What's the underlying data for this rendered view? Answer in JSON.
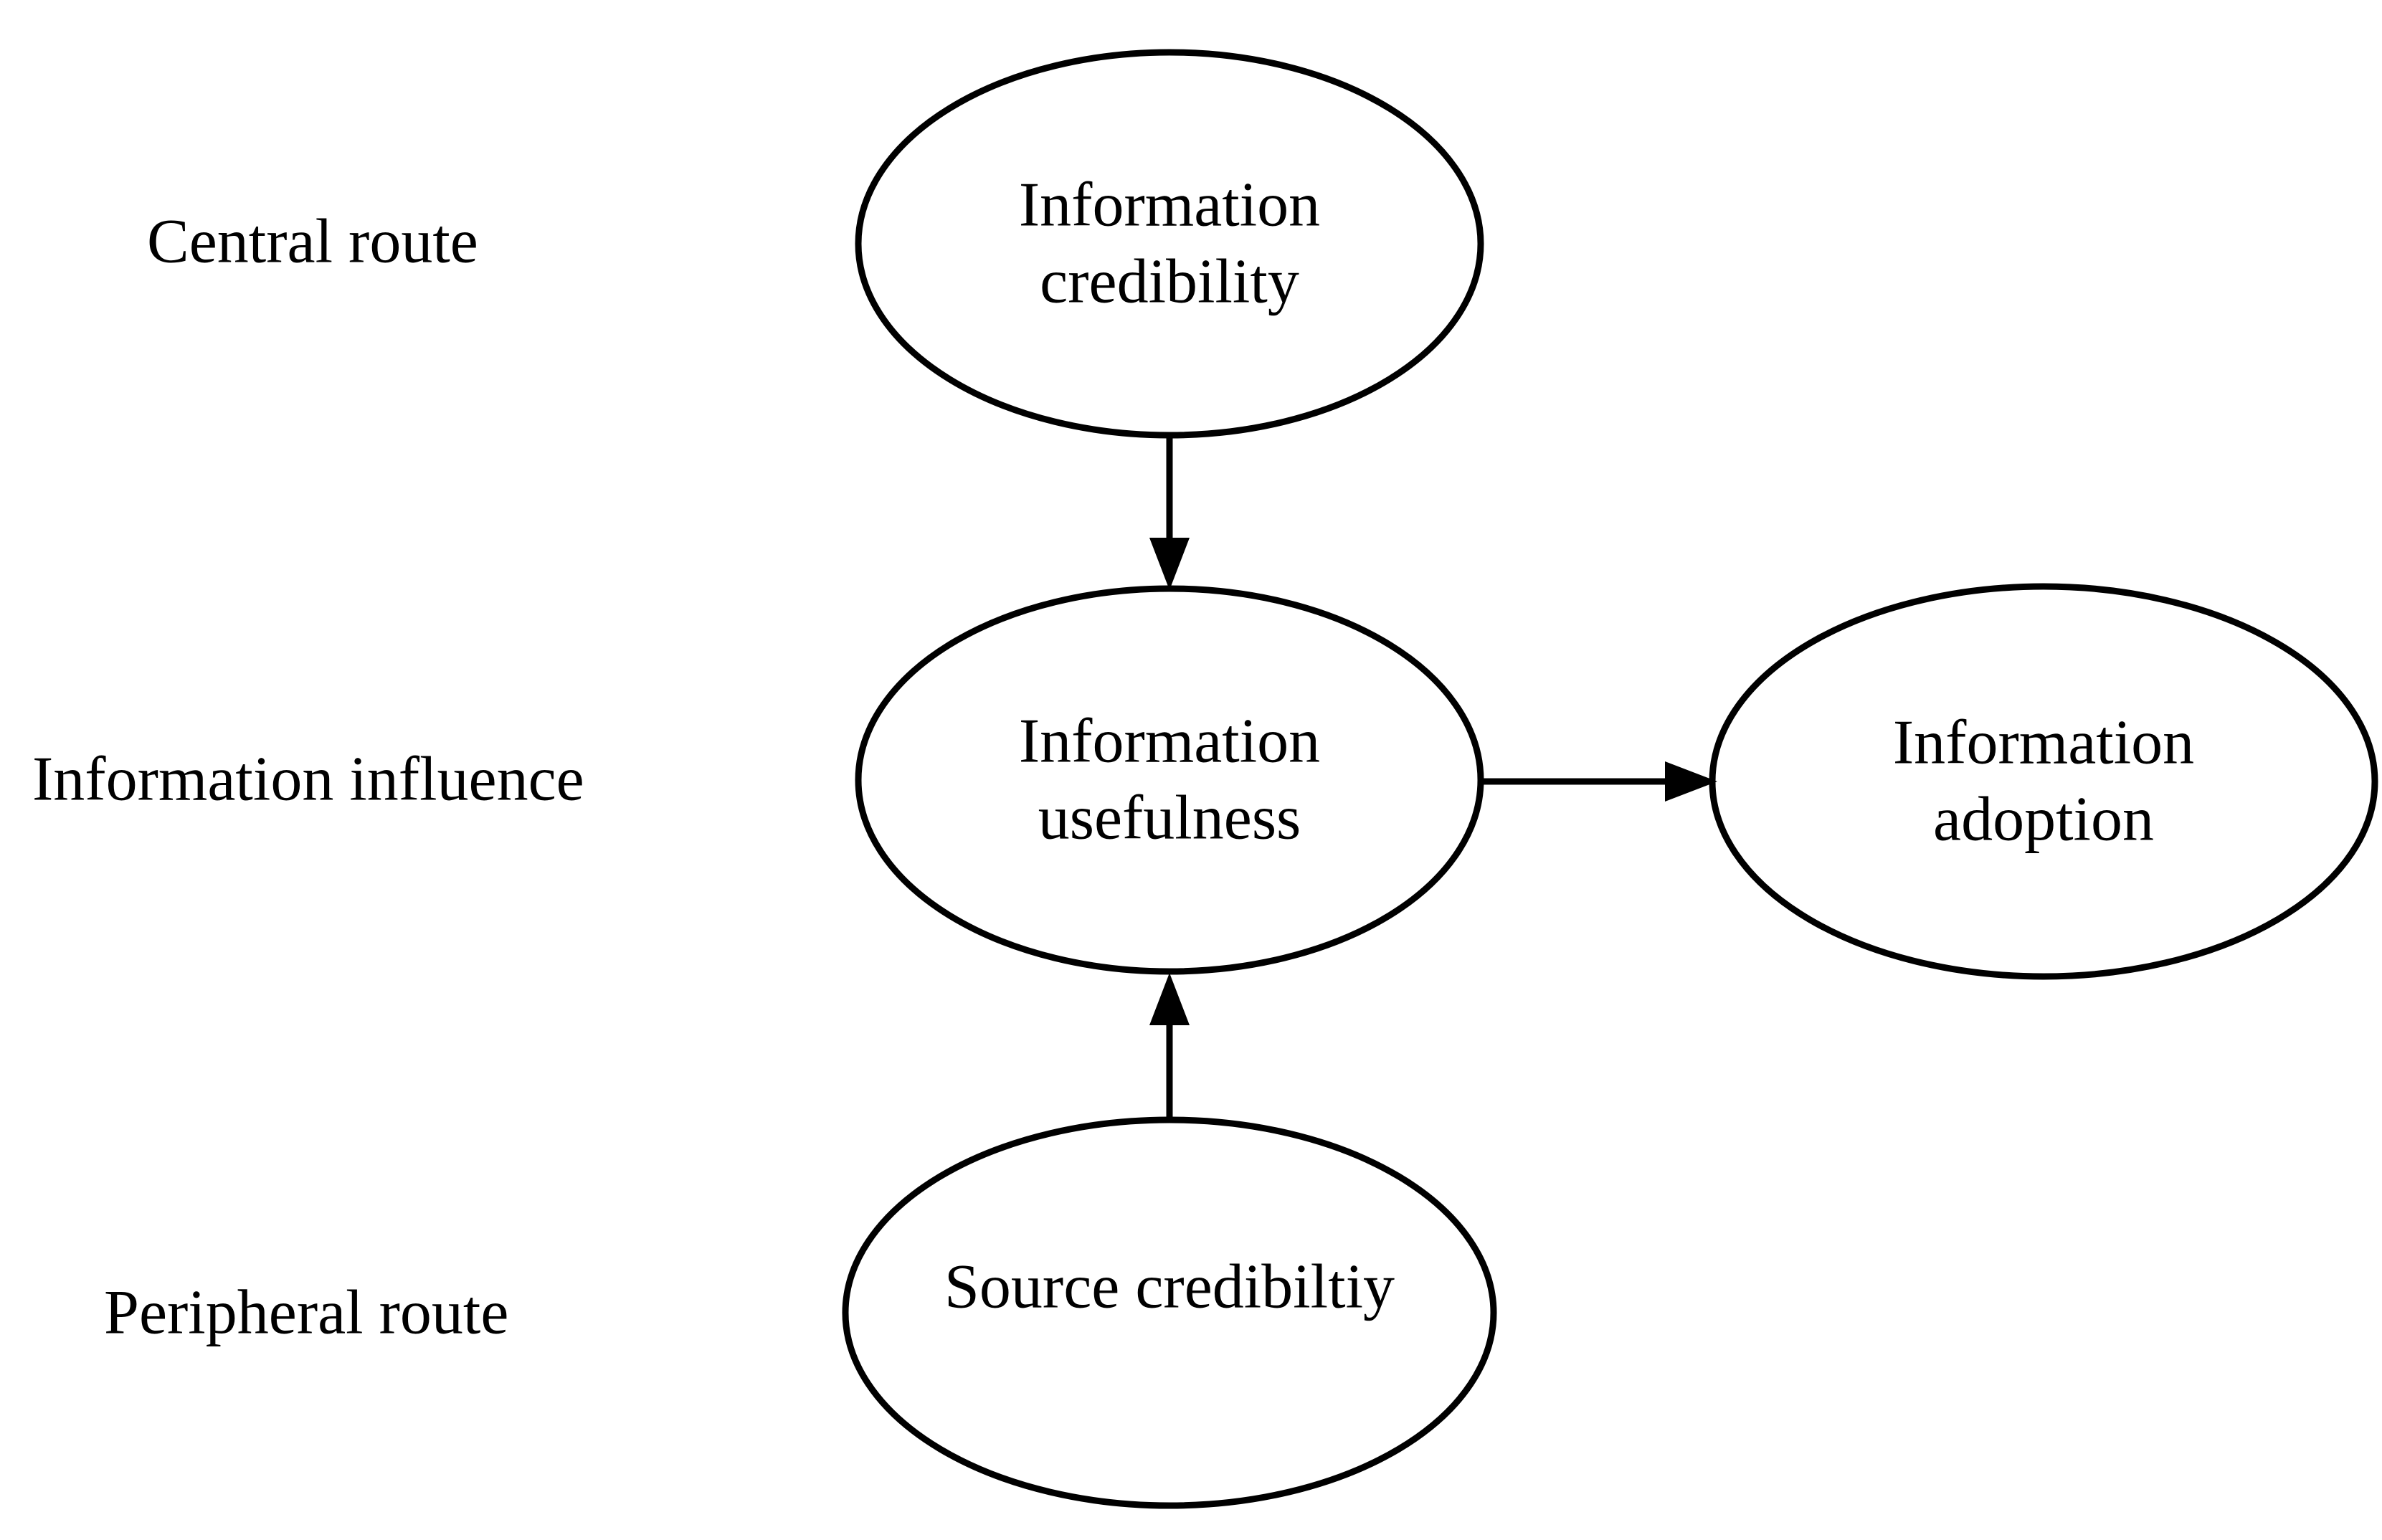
{
  "figure": {
    "background_color": "#ffffff",
    "line_color": "#000000",
    "text_color": "#000000",
    "row_labels": [
      {
        "label": "Central route"
      },
      {
        "label": "Information influence"
      },
      {
        "label": "Peripheral route"
      }
    ],
    "nodes": [
      {
        "id": "information-credibility",
        "label": "Information\ncredibility"
      },
      {
        "id": "information-usefulness",
        "label": "Information\nusefulness"
      },
      {
        "id": "information-adoption",
        "label": "Information\nadoption"
      },
      {
        "id": "source-credibility",
        "label": "Source credibiltiy"
      }
    ],
    "edges": [
      {
        "from": "information-credibility",
        "to": "information-usefulness",
        "direction": "down"
      },
      {
        "from": "source-credibility",
        "to": "information-usefulness",
        "direction": "up"
      },
      {
        "from": "information-usefulness",
        "to": "information-adoption",
        "direction": "right"
      }
    ]
  }
}
